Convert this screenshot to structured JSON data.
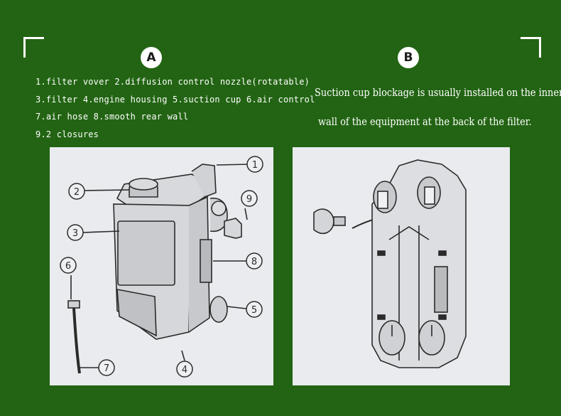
{
  "section_a": {
    "badge": "A"
  },
  "section_b": {
    "badge": "B"
  },
  "legend": [
    "1.filter vover 2.diffusion control nozzle(rotatable)",
    "3.filter 4.engine housing 5.suction cup 6.air control",
    "7.air hose 8.smooth rear wall",
    "9.2 closures"
  ],
  "note": [
    "Suction cup blockage is usually installed on the inner",
    "wall of the equipment at the back of the filter."
  ],
  "callouts": [
    "1",
    "2",
    "3",
    "4",
    "5",
    "6",
    "7",
    "8",
    "9"
  ],
  "colors": {
    "background": "#226413",
    "panel": "#e9ebee",
    "ink": "#2b2b2b"
  }
}
